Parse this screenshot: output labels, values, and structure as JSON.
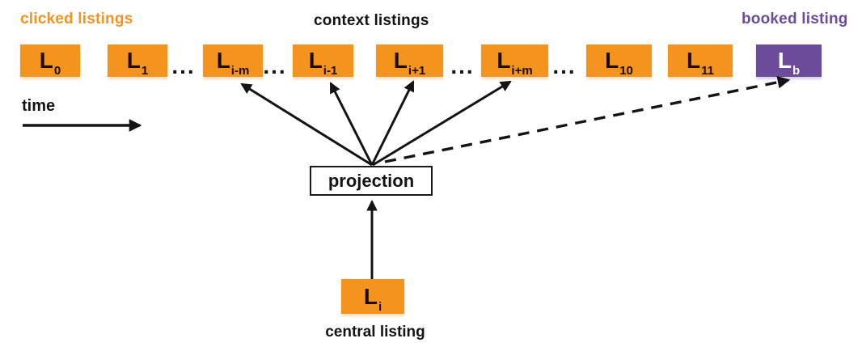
{
  "headers": {
    "clicked_listings": "clicked listings",
    "context_listings": "context listings",
    "booked_listing": "booked listing"
  },
  "labels": {
    "time": "time",
    "projection": "projection",
    "central_listing": "central listing"
  },
  "colors": {
    "orange": "#F4931E",
    "purple": "#6C4B9A",
    "line": "#141414"
  },
  "timeline": {
    "items": [
      {
        "type": "box",
        "base": "L",
        "sub": "0",
        "variant": "clicked"
      },
      {
        "type": "box",
        "base": "L",
        "sub": "1",
        "variant": "clicked"
      },
      {
        "type": "dots",
        "text": "..."
      },
      {
        "type": "box",
        "base": "L",
        "sub": "i-m",
        "variant": "context"
      },
      {
        "type": "dots",
        "text": "..."
      },
      {
        "type": "box",
        "base": "L",
        "sub": "i-1",
        "variant": "context"
      },
      {
        "type": "box",
        "base": "L",
        "sub": "i+1",
        "variant": "context"
      },
      {
        "type": "dots",
        "text": "..."
      },
      {
        "type": "box",
        "base": "L",
        "sub": "i+m",
        "variant": "context"
      },
      {
        "type": "dots",
        "text": "..."
      },
      {
        "type": "box",
        "base": "L",
        "sub": "10",
        "variant": "clicked"
      },
      {
        "type": "box",
        "base": "L",
        "sub": "11",
        "variant": "clicked"
      },
      {
        "type": "box",
        "base": "L",
        "sub": "b",
        "variant": "booked"
      }
    ]
  },
  "central_box": {
    "base": "L",
    "sub": "i"
  }
}
